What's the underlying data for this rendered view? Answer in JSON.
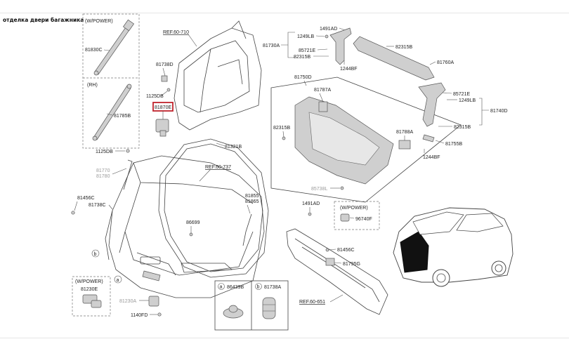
{
  "title": "отделка двери багажника",
  "labels": {
    "w_power_top": "(W/POWER)",
    "p81830C": "81830C",
    "rh": "(RH)",
    "p81785B": "81785B",
    "p1125DB_a": "1125DB",
    "p1125DB_b": "1125DB",
    "p81770": "81770",
    "p81780": "81780",
    "p81456C_a": "81456C",
    "p81738C": "81738C",
    "w_power_left": "(W/POWER)",
    "p81230E": "81230E",
    "p81230A": "81230A",
    "p1140FD": "1140FD",
    "ref_60_710": "REF.60-710",
    "p81738D": "81738D",
    "p81870E": "81870E",
    "p81321B": "81321B",
    "ref_60_737": "REF.60-737",
    "p81855": "81855",
    "p81865": "81865",
    "p86699": "86699",
    "callout_a_label": "86439B",
    "callout_b_label": "81738A",
    "p1491AD_a": "1491AD",
    "p1249LB_a": "1249LB",
    "p81730A": "81730A",
    "p85721E_a": "85721E",
    "p82315B_a": "82315B",
    "p1244BF_a": "1244BF",
    "p82315B_b": "82315B",
    "p81760A": "81760A",
    "p81750D": "81750D",
    "p81787A": "81787A",
    "p82315B_c": "82315B",
    "p81788A": "81788A",
    "p85738L": "85738L",
    "p85721E_b": "85721E",
    "p1249LB_b": "1249LB",
    "p81740D": "81740D",
    "p82315B_d": "82315B",
    "p81755B": "81755B",
    "p1244BF_b": "1244BF",
    "p1491AD_b": "1491AD",
    "w_power_right": "(W/POWER)",
    "p96740F": "96740F",
    "p81456C_b": "81456C",
    "p81795G": "81795G",
    "ref_60_651": "REF.60-651",
    "letter_a": "a",
    "letter_b": "b"
  },
  "colors": {
    "highlight": "#c0232c",
    "grey_label": "#9a9a9a"
  }
}
